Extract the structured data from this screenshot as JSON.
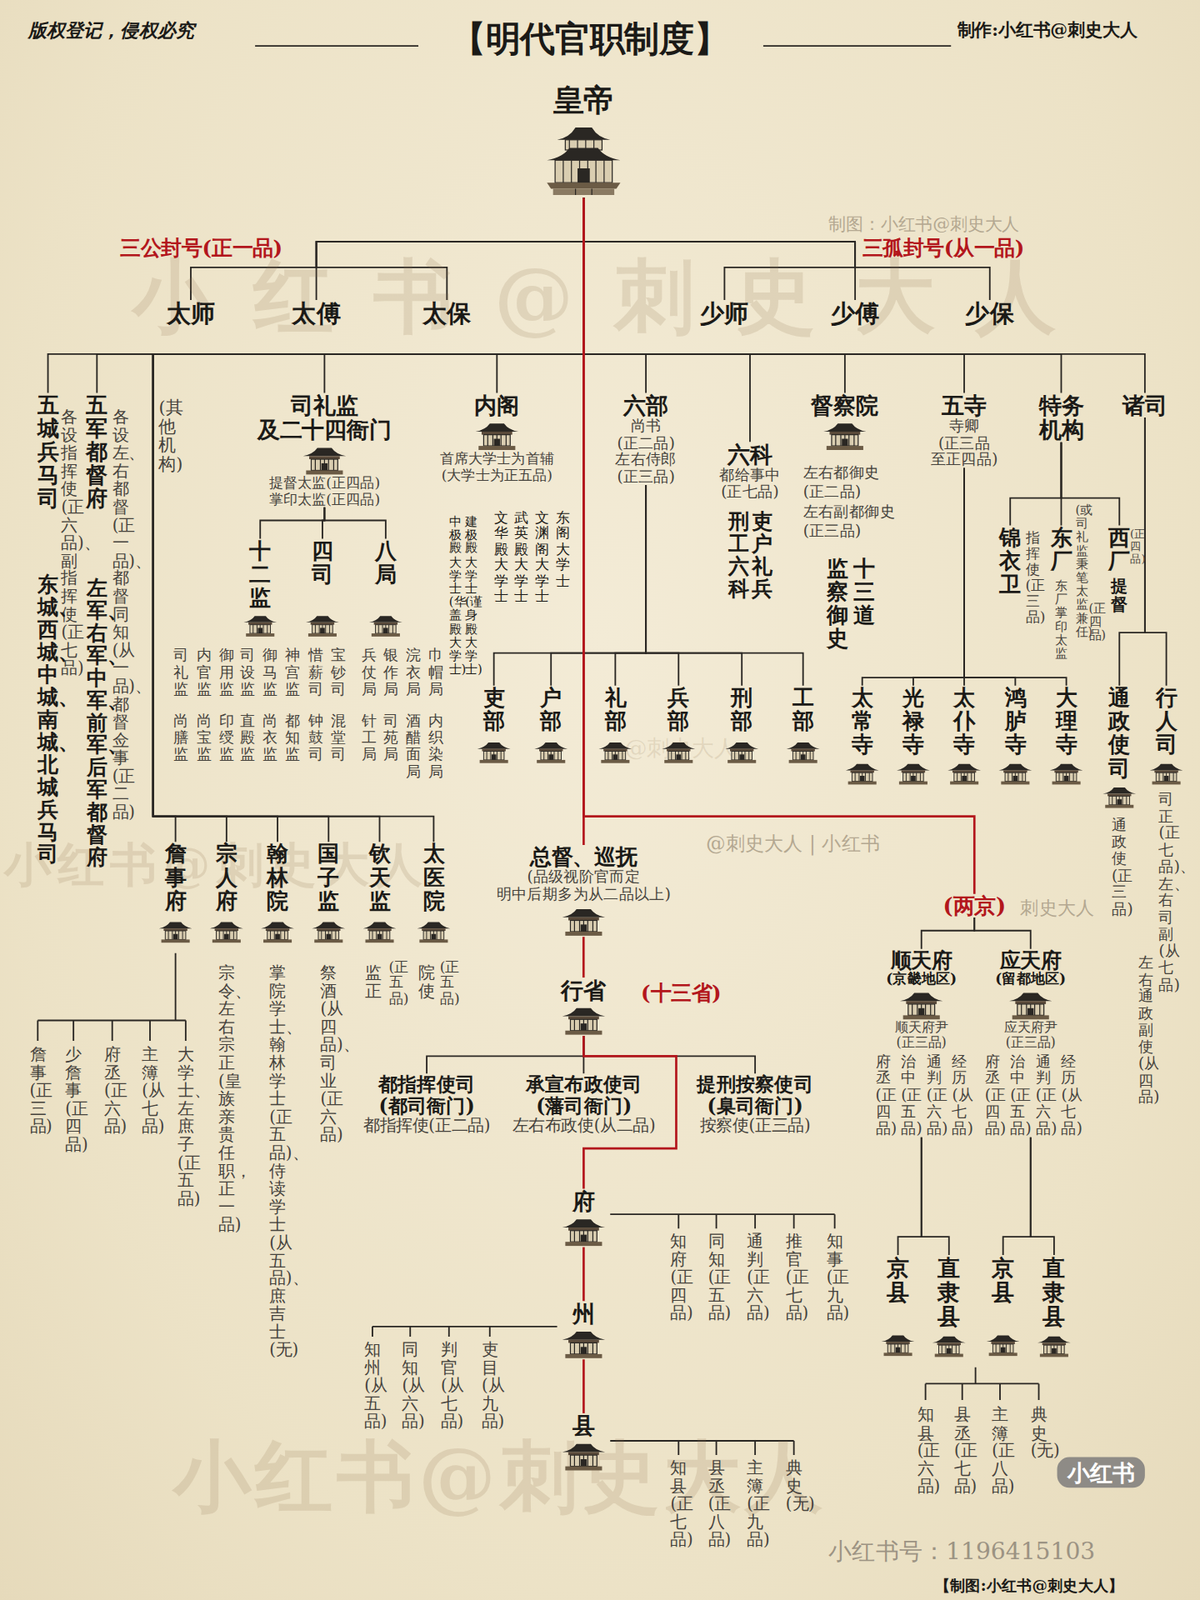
{
  "diagram": {
    "title": "【明代官职制度】",
    "nodes": [
      {
        "text": [
          "皇帝"
        ]
      },
      {
        "text": [
          "太师"
        ]
      },
      {
        "text": [
          "太傅"
        ]
      },
      {
        "text": [
          "太保"
        ]
      },
      {
        "text": [
          "少师"
        ]
      },
      {
        "text": [
          "少傅"
        ]
      },
      {
        "text": [
          "少保"
        ]
      },
      {
        "text": [
          "五城兵马司",
          "各设指挥使(正六品)、副指挥使(正七品)",
          "东城、西城、中城、南城、北城兵马司"
        ]
      },
      {
        "text": [
          "五军都督府",
          "各设左、右都督(正一品)、都督同知(从一品)、都督佥事(正二品)",
          "左军、右军、中军、前军、后军都督府"
        ]
      },
      {
        "text": [
          "司礼监",
          "及二十四衙门",
          "提督太监(正四品)",
          "掌印太监(正四品)"
        ]
      },
      {
        "text": [
          "十二监",
          "司礼监",
          "内官监",
          "御用监",
          "司设监",
          "御马监",
          "神宫监",
          "尚膳监",
          "尚宝监",
          "印绶监",
          "直殿监",
          "尚衣监",
          "都知监"
        ]
      },
      {
        "text": [
          "四司",
          "惜薪司",
          "宝钞司",
          "钟鼓司",
          "混堂司"
        ]
      },
      {
        "text": [
          "八局",
          "兵仗局",
          "银作局",
          "浣衣局",
          "巾帽局",
          "针工局",
          "司苑局",
          "酒醋面局",
          "内织染局"
        ]
      },
      {
        "text": [
          "内阁",
          "首席大学士为首辅",
          "(大学士为正五品)",
          "中极殿大学士(华盖殿大学士)",
          "建极殿大学士(谨身殿大学士)",
          "文华殿大学士",
          "武英殿大学士",
          "文渊阁大学士",
          "东阁大学士"
        ]
      },
      {
        "text": [
          "六部",
          "尚书",
          "(正二品)",
          "左右侍郎",
          "(正三品)"
        ]
      },
      {
        "text": [
          "六科",
          "都给事中",
          "(正七品)",
          "吏户礼兵",
          "刑工六科"
        ]
      },
      {
        "text": [
          "督察院",
          "左右都御史",
          "(正二品)",
          "左右副都御史",
          "(正三品)",
          "十三道",
          "监察御史"
        ]
      },
      {
        "text": [
          "五寺",
          "寺卿",
          "(正三品",
          "至正四品)"
        ]
      },
      {
        "text": [
          "特务机构"
        ]
      },
      {
        "text": [
          "诸司"
        ]
      },
      {
        "text": [
          "锦衣卫",
          "指挥使(正三品)"
        ]
      },
      {
        "text": [
          "东厂",
          "(或司礼监秉笔太监兼任)",
          "东厂掌印太监",
          "(正四品)"
        ]
      },
      {
        "text": [
          "西厂",
          "(正四品)",
          "提督"
        ]
      },
      {
        "text": [
          "太常寺"
        ]
      },
      {
        "text": [
          "光禄寺"
        ]
      },
      {
        "text": [
          "太仆寺"
        ]
      },
      {
        "text": [
          "鸿胪寺"
        ]
      },
      {
        "text": [
          "大理寺"
        ]
      },
      {
        "text": [
          "通政使司",
          "通政使(正三品)",
          "左右通政副使(从四品)"
        ]
      },
      {
        "text": [
          "行人司",
          "司正(正七品)、左、右司副(从七品)"
        ]
      },
      {
        "text": [
          "吏部"
        ]
      },
      {
        "text": [
          "户部"
        ]
      },
      {
        "text": [
          "礼部"
        ]
      },
      {
        "text": [
          "兵部"
        ]
      },
      {
        "text": [
          "刑部"
        ]
      },
      {
        "text": [
          "工部"
        ]
      },
      {
        "text": [
          "詹事府",
          "詹事(正三品)",
          "少詹事(正四品)",
          "府丞(正六品)",
          "主簿(从七品)",
          "大学士、左庶子(正五品)"
        ]
      },
      {
        "text": [
          "宗人府",
          "宗令、左右宗正(皇族亲贵任职，正一品)"
        ]
      },
      {
        "text": [
          "翰林院",
          "掌院学士、翰林学士(正五品)、侍读学士(从五品)、庶吉士(无)"
        ]
      },
      {
        "text": [
          "国子监",
          "祭酒(从四品)、司业(正六品)"
        ]
      },
      {
        "text": [
          "钦天监",
          "监正",
          "(正五品)"
        ]
      },
      {
        "text": [
          "太医院",
          "院使",
          "(正五品)"
        ]
      },
      {
        "text": [
          "总督、巡抚",
          "(品级视阶官而定",
          "明中后期多为从二品以上)"
        ]
      },
      {
        "text": [
          "行省"
        ]
      },
      {
        "text": [
          "都指挥使司",
          "(都司衙门)",
          "都指挥使(正二品)"
        ]
      },
      {
        "text": [
          "承宣布政使司",
          "(藩司衙门)",
          "左右布政使(从二品)"
        ]
      },
      {
        "text": [
          "提刑按察使司",
          "(臬司衙门)",
          "按察使(正三品)"
        ]
      },
      {
        "text": [
          "府",
          "知府(正四品)",
          "同知(正五品)",
          "通判(正六品)",
          "推官(正七品)",
          "知事(正九品)"
        ]
      },
      {
        "text": [
          "州",
          "知州(从五品)",
          "同知(从六品)",
          "判官(从七品)",
          "吏目(从九品)"
        ]
      },
      {
        "text": [
          "县",
          "知县(正七品)",
          "县丞(正八品)",
          "主簿(正九品)",
          "典史(无)"
        ]
      },
      {
        "text": [
          "(两京)"
        ]
      },
      {
        "text": [
          "顺天府",
          "(京畿地区)",
          "顺天府尹",
          "(正三品)",
          "府丞(正四品)",
          "治中(正五品)",
          "通判(正六品)",
          "经历(从七品)"
        ]
      },
      {
        "text": [
          "应天府",
          "(留都地区)",
          "应天府尹",
          "(正三品)",
          "府丞(正四品)",
          "治中(正五品)",
          "通判(正六品)",
          "经历(从七品)"
        ]
      },
      {
        "text": [
          "京县"
        ]
      },
      {
        "text": [
          "直隶县"
        ]
      },
      {
        "text": [
          "京县"
        ]
      },
      {
        "text": [
          "直隶县"
        ]
      }
    ],
    "edges": [
      {
        "from": 0,
        "to": 1,
        "arrow": "none"
      },
      {
        "from": 0,
        "to": 2,
        "arrow": "none"
      },
      {
        "from": 0,
        "to": 3,
        "arrow": "none"
      },
      {
        "from": 0,
        "to": 4,
        "arrow": "none"
      },
      {
        "from": 0,
        "to": 5,
        "arrow": "none"
      },
      {
        "from": 0,
        "to": 6,
        "arrow": "none"
      },
      {
        "from": 0,
        "to": 7,
        "arrow": "none"
      },
      {
        "from": 0,
        "to": 8,
        "arrow": "none"
      },
      {
        "from": 0,
        "to": 9,
        "arrow": "none"
      },
      {
        "from": 0,
        "to": 13,
        "arrow": "none"
      },
      {
        "from": 0,
        "to": 14,
        "arrow": "none"
      },
      {
        "from": 0,
        "to": 15,
        "arrow": "none"
      },
      {
        "from": 0,
        "to": 16,
        "arrow": "none"
      },
      {
        "from": 0,
        "to": 17,
        "arrow": "none"
      },
      {
        "from": 0,
        "to": 18,
        "arrow": "none"
      },
      {
        "from": 0,
        "to": 19,
        "arrow": "none"
      },
      {
        "from": 0,
        "to": 36,
        "arrow": "none"
      },
      {
        "from": 0,
        "to": 37,
        "arrow": "none"
      },
      {
        "from": 0,
        "to": 38,
        "arrow": "none"
      },
      {
        "from": 0,
        "to": 39,
        "arrow": "none"
      },
      {
        "from": 0,
        "to": 40,
        "arrow": "none"
      },
      {
        "from": 0,
        "to": 41,
        "arrow": "none"
      },
      {
        "from": 9,
        "to": 10,
        "arrow": "none"
      },
      {
        "from": 9,
        "to": 11,
        "arrow": "none"
      },
      {
        "from": 9,
        "to": 12,
        "arrow": "none"
      },
      {
        "from": 14,
        "to": 30,
        "arrow": "none"
      },
      {
        "from": 14,
        "to": 31,
        "arrow": "none"
      },
      {
        "from": 14,
        "to": 32,
        "arrow": "none"
      },
      {
        "from": 14,
        "to": 33,
        "arrow": "none"
      },
      {
        "from": 14,
        "to": 34,
        "arrow": "none"
      },
      {
        "from": 14,
        "to": 35,
        "arrow": "none"
      },
      {
        "from": 17,
        "to": 23,
        "arrow": "none"
      },
      {
        "from": 17,
        "to": 24,
        "arrow": "none"
      },
      {
        "from": 17,
        "to": 25,
        "arrow": "none"
      },
      {
        "from": 17,
        "to": 26,
        "arrow": "none"
      },
      {
        "from": 17,
        "to": 27,
        "arrow": "none"
      },
      {
        "from": 18,
        "to": 20,
        "arrow": "none"
      },
      {
        "from": 18,
        "to": 21,
        "arrow": "none"
      },
      {
        "from": 18,
        "to": 22,
        "arrow": "none"
      },
      {
        "from": 19,
        "to": 28,
        "arrow": "none"
      },
      {
        "from": 19,
        "to": 29,
        "arrow": "none"
      },
      {
        "from": 0,
        "to": 42,
        "arrow": "none"
      },
      {
        "from": 42,
        "to": 43,
        "arrow": "none"
      },
      {
        "from": 43,
        "to": 44,
        "arrow": "none"
      },
      {
        "from": 43,
        "to": 45,
        "arrow": "none"
      },
      {
        "from": 43,
        "to": 46,
        "arrow": "none"
      },
      {
        "from": 43,
        "to": 47,
        "arrow": "none"
      },
      {
        "from": 47,
        "to": 48,
        "arrow": "none"
      },
      {
        "from": 48,
        "to": 49,
        "arrow": "none"
      },
      {
        "from": 0,
        "to": 50,
        "arrow": "none"
      },
      {
        "from": 50,
        "to": 51,
        "arrow": "none"
      },
      {
        "from": 50,
        "to": 52,
        "arrow": "none"
      },
      {
        "from": 51,
        "to": 53,
        "arrow": "none"
      },
      {
        "from": 51,
        "to": 54,
        "arrow": "none"
      },
      {
        "from": 52,
        "to": 55,
        "arrow": "none"
      },
      {
        "from": 52,
        "to": 56,
        "arrow": "none"
      }
    ],
    "labels": [
      "版权登记，侵权必究",
      "制作:小红书@刺史大人",
      "三公封号(正一品)",
      "三孤封号(从一品)",
      "(其他机构)",
      "(十三省)",
      "小红书@刺史大人",
      "制图：小红书@刺史大人",
      "小红书@刺史大人",
      "@刺史大人 | 小红书",
      "小红书@刺史大人",
      "@刺史大人",
      "刺史大人",
      "知县(正六品)",
      "县丞(正七品)",
      "主簿(正八品)",
      "典史(无)",
      "小红书",
      "小红书号：1196415103",
      "【制图:小红书@刺史大人】"
    ]
  }
}
